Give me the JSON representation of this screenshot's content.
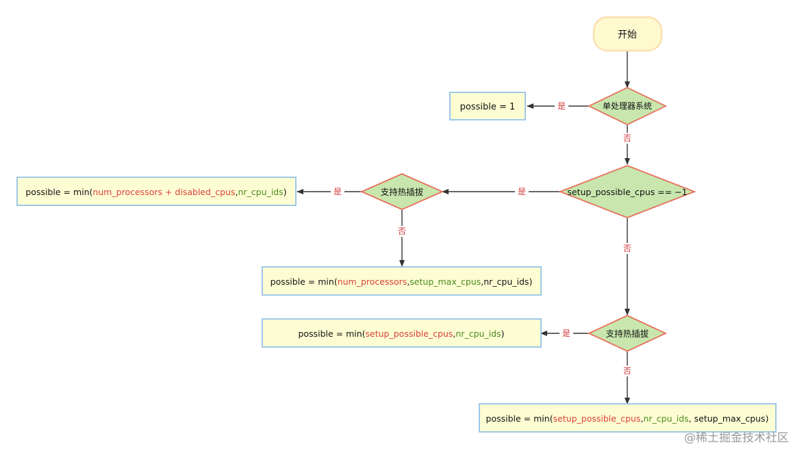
{
  "nodes": {
    "start": "开始",
    "single_processor": "单处理器系统",
    "possible_one": "possible = 1",
    "setup_check": "setup_possible_cpus == −1",
    "hotplug_left": "支持热插拔",
    "hotplug_right": "支持热插拔",
    "box_disabled": {
      "prefix": "possible = min(",
      "arg1": "num_processors + disabled_cpus",
      "sep1": ",",
      "arg2": "nr_cpu_ids",
      "suffix": ")"
    },
    "box_max": {
      "prefix": "possible = min(",
      "arg1": "num_processors",
      "sep1": ",",
      "arg2": "setup_max_cpus",
      "sep2": ",",
      "arg3": "nr_cpu_ids",
      "suffix": ")"
    },
    "box_setup": {
      "prefix": "possible = min(",
      "arg1": "setup_possible_cpus",
      "sep1": ",",
      "arg2": "nr_cpu_ids",
      "suffix": ")"
    },
    "box_setup_max": {
      "prefix": "possible = min(",
      "arg1": "setup_possible_cpus",
      "sep1": ",",
      "arg2": "nr_cpu_ids",
      "sep2": ", ",
      "arg3": "setup_max_cpus",
      "suffix": ")"
    }
  },
  "labels": {
    "yes": "是",
    "no": "否"
  },
  "watermark": "@稀土掘金技术社区",
  "colors": {
    "decision_fill": "#c8e6ad",
    "decision_stroke": "#e8705a",
    "box_fill": "#fdfdd3",
    "box_stroke": "#9dc8e8",
    "start_fill": "#fff9cf",
    "start_stroke": "#fbe0b0",
    "arrow": "#333333"
  }
}
